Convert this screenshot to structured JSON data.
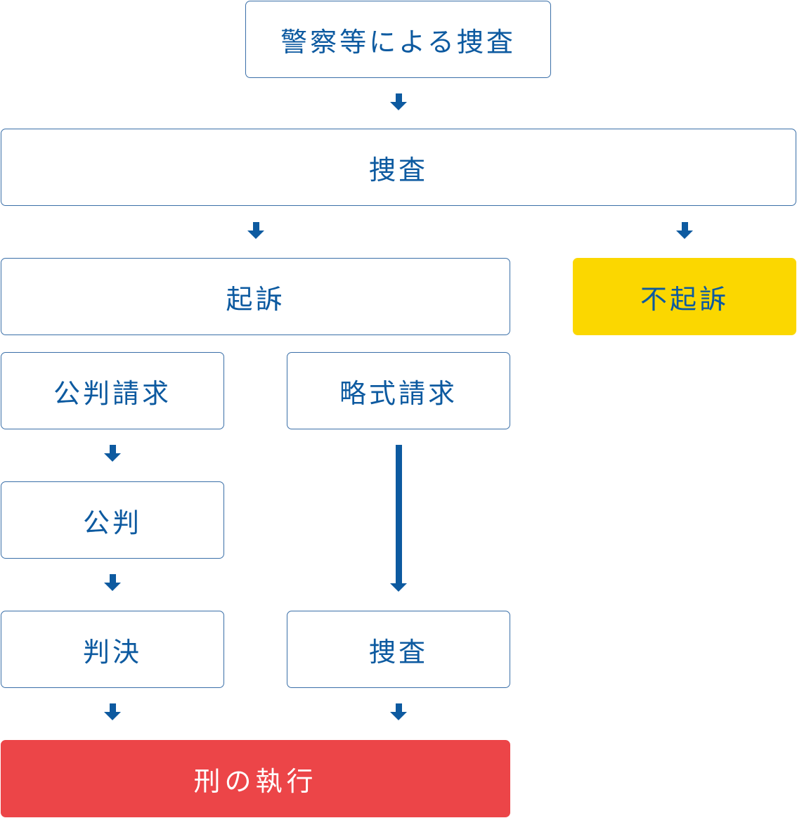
{
  "nodes": {
    "police_investigation": "警察等による捜査",
    "investigation": "捜査",
    "prosecution": "起訴",
    "non_prosecution": "不起訴",
    "formal_trial_request": "公判請求",
    "summary_order_request": "略式請求",
    "public_trial": "公判",
    "judgment": "判決",
    "investigation_summary": "捜査",
    "execution_of_sentence": "刑の執行"
  },
  "colors": {
    "text": "#0d5aa0",
    "border": "#3a6fa8",
    "arrow": "#0d5aa0",
    "non_prosecution_fill": "#fbd700",
    "execution_fill": "#ec4548"
  }
}
